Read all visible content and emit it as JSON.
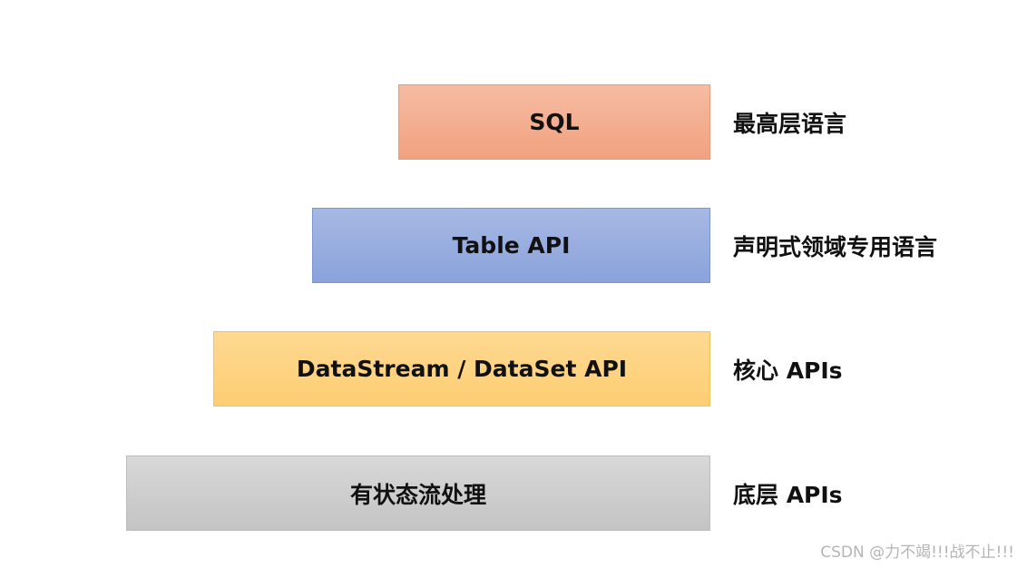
{
  "layers": [
    {
      "label": "SQL",
      "description": "最高层语言",
      "color": "#f1a17f"
    },
    {
      "label": "Table API",
      "description": "声明式领域专用语言",
      "color": "#8aa3db"
    },
    {
      "label": "DataStream / DataSet API",
      "description": "核心 APIs",
      "color": "#fdcd73"
    },
    {
      "label": "有状态流处理",
      "description": "底层 APIs",
      "color": "#c4c4c4"
    }
  ],
  "watermark": "CSDN @力不竭!!!战不止!!!"
}
